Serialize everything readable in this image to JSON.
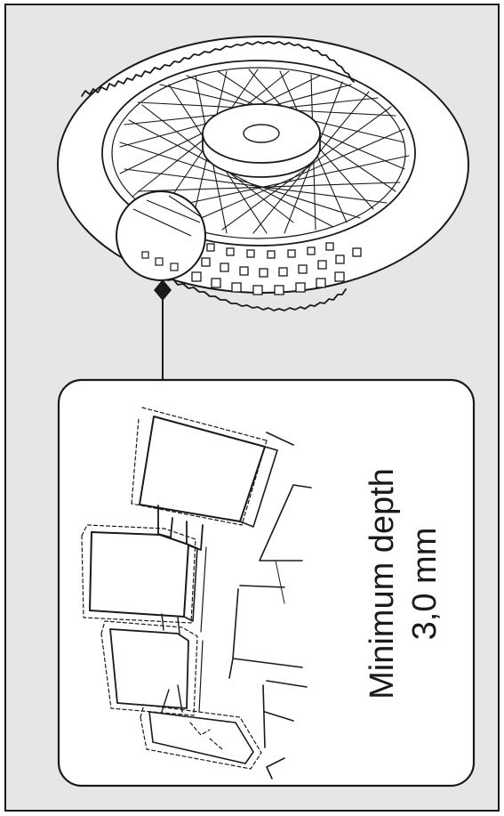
{
  "figure": {
    "caption_line1": "Minimum depth",
    "caption_line2": "3,0 mm",
    "colors": {
      "background": "#e6e6e6",
      "line": "#1a1a1a",
      "fill_white": "#ffffff"
    },
    "icons": [
      "wheel-illustration",
      "magnifier-circle",
      "tread-detail-illustration"
    ]
  }
}
